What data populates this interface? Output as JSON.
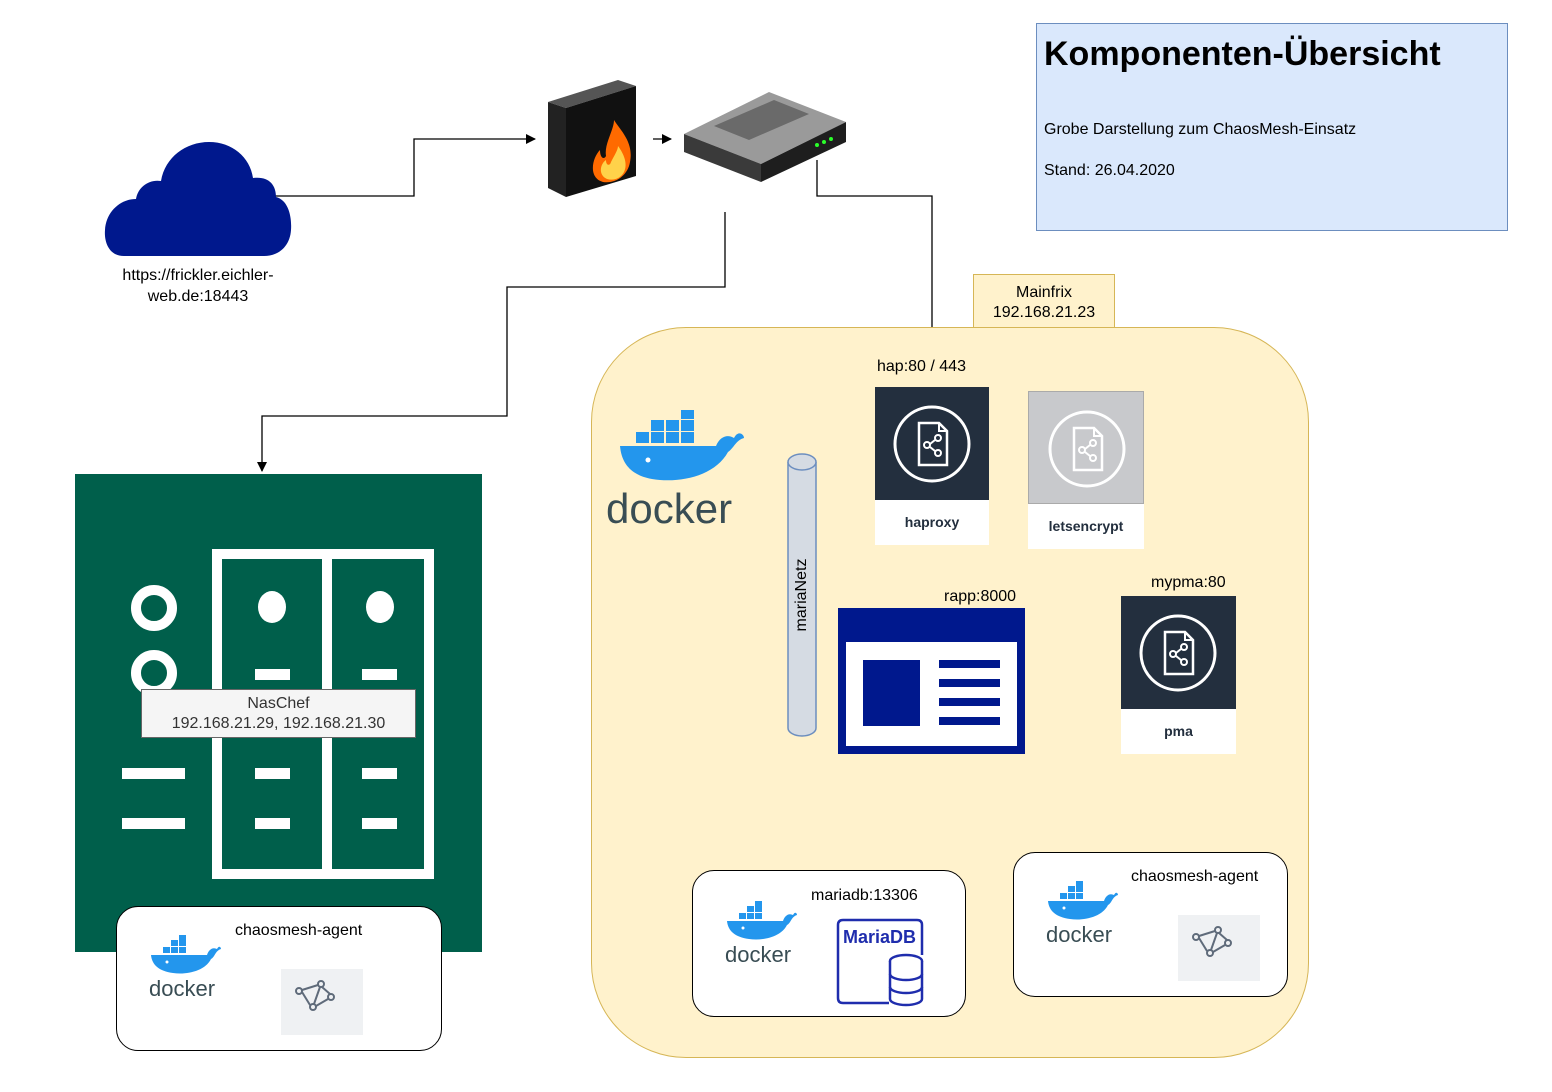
{
  "title_box": {
    "heading": "Komponenten-Übersicht",
    "subtitle": "Grobe Darstellung zum ChaosMesh-Einsatz",
    "stand": "Stand: 26.04.2020"
  },
  "internet": {
    "url_line1": "https://frickler.eichler-",
    "url_line2": "web.de:18443"
  },
  "mainfrix": {
    "name": "Mainfrix",
    "ip": "192.168.21.23"
  },
  "nas": {
    "name": "NasChef",
    "ips": "192.168.21.29, 192.168.21.30"
  },
  "labels": {
    "hap_port": "hap:80 / 443",
    "rapp_port": "rapp:8000",
    "mypma_port": "mypma:80",
    "mariadb_port": "mariadb:13306",
    "maria_netz": "mariaNetz",
    "haproxy": "haproxy",
    "letsencrypt": "letsencrypt",
    "pma": "pma",
    "agent_mainfrix": "chaosmesh-agent",
    "agent_nas": "chaosmesh-agent"
  },
  "logos": {
    "docker_large": "docker",
    "docker_mariadb": "docker",
    "docker_agent_mainfrix": "docker",
    "docker_agent_nas": "docker",
    "mariadb": "MariaDB"
  },
  "colors": {
    "cloud": "#00188d",
    "nas": "#005f4b",
    "docker_blue": "#2396ed",
    "docker_text": "#394d54",
    "aws_dark": "#232f3e",
    "app_blue": "#00188d",
    "mariadb_blue": "#1f2dad",
    "yellow_fill": "#fff2cc",
    "yellow_border": "#d6b656",
    "title_fill": "#dae8fc",
    "title_border": "#6c8ebf"
  }
}
